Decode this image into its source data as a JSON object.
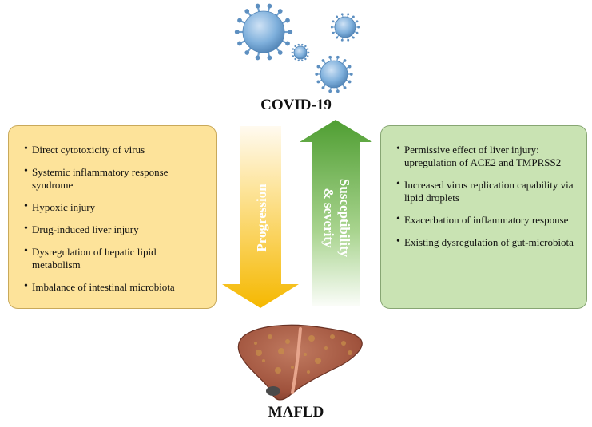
{
  "diagram": {
    "top_label": "COVID-19",
    "bottom_label": "MAFLD",
    "left_panel": {
      "items": [
        "Direct cytotoxicity of virus",
        "Systemic inflammatory response syndrome",
        "Hypoxic injury",
        "Drug-induced liver injury",
        "Dysregulation of hepatic lipid metabolism",
        "Imbalance of intestinal microbiota"
      ]
    },
    "right_panel": {
      "items": [
        "Permissive effect of liver injury: upregulation of ACE2 and TMPRSS2",
        "Increased virus replication capability via lipid droplets",
        "Exacerbation of inflammatory response",
        "Existing dysregulation of gut-microbiota"
      ]
    },
    "down_arrow": {
      "label": "Progression"
    },
    "up_arrow": {
      "label_line1": "Susceptibility",
      "label_line2": "& severity"
    }
  },
  "colors": {
    "left_panel": "#fde39a",
    "right_panel": "#c9e3b3",
    "down_arrow": "#f5b800",
    "up_arrow": "#5aa83a",
    "virus": "#6fa0cf",
    "liver": "#a85a44"
  },
  "icons": {
    "top": "coronavirus-icon",
    "bottom": "liver-icon"
  }
}
